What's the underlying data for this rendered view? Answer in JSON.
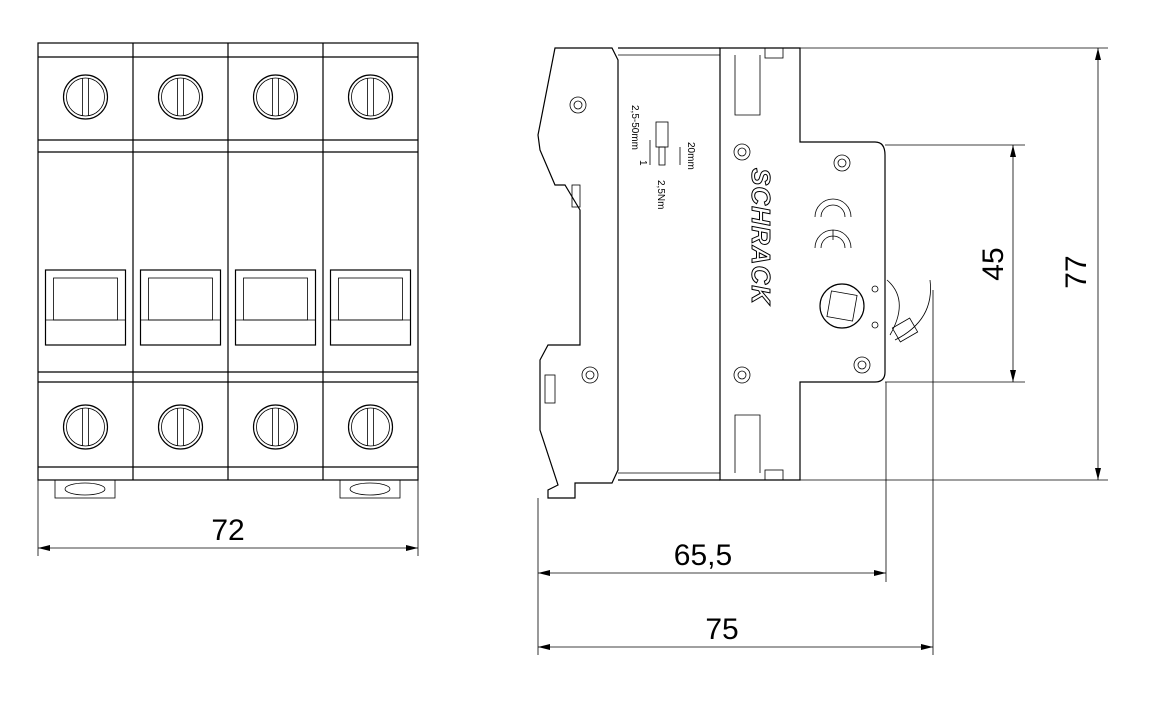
{
  "front_view": {
    "poles": 4,
    "width_dim": "72"
  },
  "side_view": {
    "depth_front_dim": "65,5",
    "depth_total_dim": "75",
    "front_height_dim": "45",
    "total_height_dim": "77",
    "wire_range_label": "2,5-50mm",
    "strip_length_label": "20mm",
    "strip_marker": "1",
    "torque_label": "2,5Nm",
    "brand_logo": "SCHRACK",
    "ce_mark": "CE"
  }
}
